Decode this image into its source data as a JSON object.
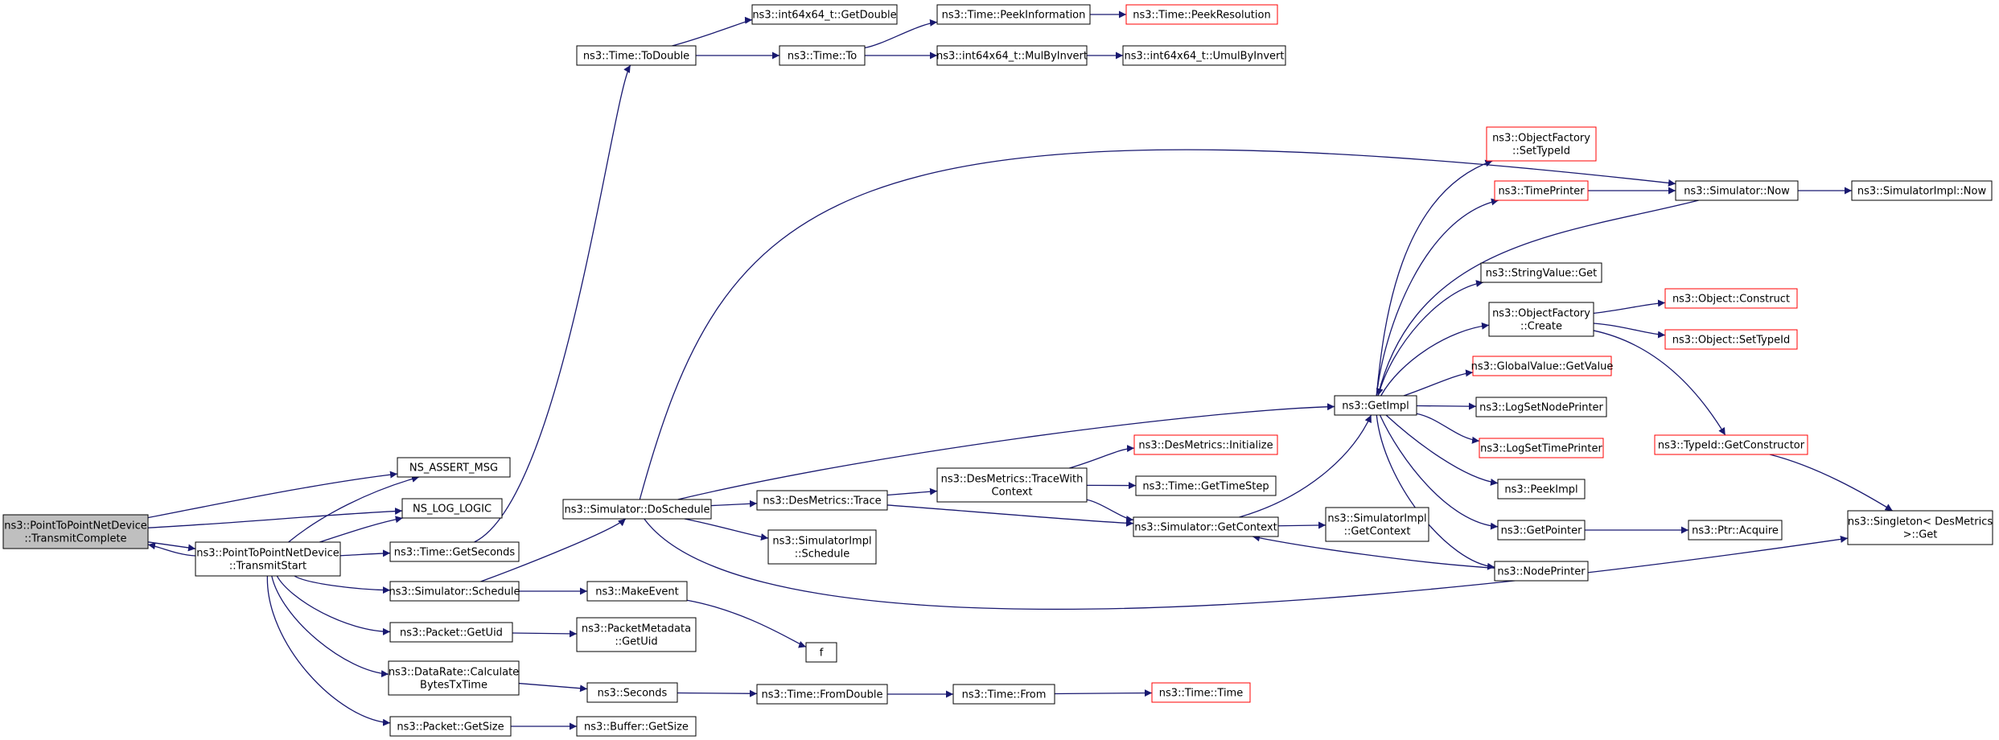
{
  "graph": {
    "edge_color": "#191970",
    "node_fill": "#ffffff",
    "node_stroke": "#000000",
    "root_fill": "#bfbfbf",
    "truncated_stroke": "#ff0000",
    "nodes": [
      {
        "id": "n_tc",
        "lines": [
          "ns3::PointToPointNetDevice",
          "::TransmitComplete"
        ],
        "root": true
      },
      {
        "id": "n_assert",
        "lines": [
          "NS_ASSERT_MSG"
        ]
      },
      {
        "id": "n_log",
        "lines": [
          "NS_LOG_LOGIC"
        ]
      },
      {
        "id": "n_ts",
        "lines": [
          "ns3::PointToPointNetDevice",
          "::TransmitStart"
        ]
      },
      {
        "id": "n_getsec",
        "lines": [
          "ns3::Time::GetSeconds"
        ]
      },
      {
        "id": "n_tod",
        "lines": [
          "ns3::Time::ToDouble"
        ]
      },
      {
        "id": "n_i64get",
        "lines": [
          "ns3::int64x64_t::GetDouble"
        ]
      },
      {
        "id": "n_timeto",
        "lines": [
          "ns3::Time::To"
        ]
      },
      {
        "id": "n_peekinfo",
        "lines": [
          "ns3::Time::PeekInformation"
        ]
      },
      {
        "id": "n_peekres",
        "lines": [
          "ns3::Time::PeekResolution"
        ],
        "truncated": true
      },
      {
        "id": "n_mulinv",
        "lines": [
          "ns3::int64x64_t::MulByInvert"
        ]
      },
      {
        "id": "n_umulinv",
        "lines": [
          "ns3::int64x64_t::UmulByInvert"
        ]
      },
      {
        "id": "n_dosched",
        "lines": [
          "ns3::Simulator::DoSchedule"
        ]
      },
      {
        "id": "n_sched",
        "lines": [
          "ns3::Simulator::Schedule"
        ]
      },
      {
        "id": "n_makeev",
        "lines": [
          "ns3::MakeEvent"
        ]
      },
      {
        "id": "n_f",
        "lines": [
          "f"
        ]
      },
      {
        "id": "n_pktuid",
        "lines": [
          "ns3::Packet::GetUid"
        ]
      },
      {
        "id": "n_pmuid",
        "lines": [
          "ns3::PacketMetadata",
          "::GetUid"
        ]
      },
      {
        "id": "n_drcalc",
        "lines": [
          "ns3::DataRate::Calculate",
          "BytesTxTime"
        ]
      },
      {
        "id": "n_seconds",
        "lines": [
          "ns3::Seconds"
        ]
      },
      {
        "id": "n_fromdbl",
        "lines": [
          "ns3::Time::FromDouble"
        ]
      },
      {
        "id": "n_from",
        "lines": [
          "ns3::Time::From"
        ]
      },
      {
        "id": "n_timetime",
        "lines": [
          "ns3::Time::Time"
        ],
        "truncated": true
      },
      {
        "id": "n_pktsize",
        "lines": [
          "ns3::Packet::GetSize"
        ]
      },
      {
        "id": "n_bufsize",
        "lines": [
          "ns3::Buffer::GetSize"
        ]
      },
      {
        "id": "n_dmtrace",
        "lines": [
          "ns3::DesMetrics::Trace"
        ]
      },
      {
        "id": "n_implsched",
        "lines": [
          "ns3::SimulatorImpl",
          "::Schedule"
        ]
      },
      {
        "id": "n_dmtwc",
        "lines": [
          "ns3::DesMetrics::TraceWith",
          "Context"
        ]
      },
      {
        "id": "n_dminit",
        "lines": [
          "ns3::DesMetrics::Initialize"
        ],
        "truncated": true
      },
      {
        "id": "n_gts",
        "lines": [
          "ns3::Time::GetTimeStep"
        ]
      },
      {
        "id": "n_getctx",
        "lines": [
          "ns3::Simulator::GetContext"
        ]
      },
      {
        "id": "n_implctx",
        "lines": [
          "ns3::SimulatorImpl",
          "::GetContext"
        ]
      },
      {
        "id": "n_getimpl",
        "lines": [
          "ns3::GetImpl"
        ]
      },
      {
        "id": "n_ofsettid",
        "lines": [
          "ns3::ObjectFactory",
          "::SetTypeId"
        ],
        "truncated": true
      },
      {
        "id": "n_tprinter",
        "lines": [
          "ns3::TimePrinter"
        ],
        "truncated": true
      },
      {
        "id": "n_simnow",
        "lines": [
          "ns3::Simulator::Now"
        ]
      },
      {
        "id": "n_implnow",
        "lines": [
          "ns3::SimulatorImpl::Now"
        ]
      },
      {
        "id": "n_strget",
        "lines": [
          "ns3::StringValue::Get"
        ]
      },
      {
        "id": "n_ofcreate",
        "lines": [
          "ns3::ObjectFactory",
          "::Create"
        ]
      },
      {
        "id": "n_objcons",
        "lines": [
          "ns3::Object::Construct"
        ],
        "truncated": true
      },
      {
        "id": "n_objsettid",
        "lines": [
          "ns3::Object::SetTypeId"
        ],
        "truncated": true
      },
      {
        "id": "n_gvget",
        "lines": [
          "ns3::GlobalValue::GetValue"
        ],
        "truncated": true
      },
      {
        "id": "n_lsnp",
        "lines": [
          "ns3::LogSetNodePrinter"
        ]
      },
      {
        "id": "n_lstp",
        "lines": [
          "ns3::LogSetTimePrinter"
        ],
        "truncated": true
      },
      {
        "id": "n_peekimpl",
        "lines": [
          "ns3::PeekImpl"
        ]
      },
      {
        "id": "n_getptr",
        "lines": [
          "ns3::GetPointer"
        ]
      },
      {
        "id": "n_ptracq",
        "lines": [
          "ns3::Ptr::Acquire"
        ]
      },
      {
        "id": "n_nprinter",
        "lines": [
          "ns3::NodePrinter"
        ]
      },
      {
        "id": "n_tidcons",
        "lines": [
          "ns3::TypeId::GetConstructor"
        ],
        "truncated": true
      },
      {
        "id": "n_singget",
        "lines": [
          "ns3::Singleton< DesMetrics",
          " >::Get"
        ]
      }
    ],
    "edges": [
      [
        "n_tc",
        "n_assert"
      ],
      [
        "n_tc",
        "n_log"
      ],
      [
        "n_tc",
        "n_ts"
      ],
      [
        "n_ts",
        "n_tc"
      ],
      [
        "n_ts",
        "n_assert"
      ],
      [
        "n_ts",
        "n_log"
      ],
      [
        "n_ts",
        "n_getsec"
      ],
      [
        "n_ts",
        "n_sched"
      ],
      [
        "n_ts",
        "n_pktuid"
      ],
      [
        "n_ts",
        "n_drcalc"
      ],
      [
        "n_ts",
        "n_pktsize"
      ],
      [
        "n_getsec",
        "n_tod"
      ],
      [
        "n_tod",
        "n_i64get"
      ],
      [
        "n_tod",
        "n_timeto"
      ],
      [
        "n_timeto",
        "n_peekinfo"
      ],
      [
        "n_timeto",
        "n_mulinv"
      ],
      [
        "n_peekinfo",
        "n_peekres"
      ],
      [
        "n_mulinv",
        "n_umulinv"
      ],
      [
        "n_sched",
        "n_dosched"
      ],
      [
        "n_sched",
        "n_makeev"
      ],
      [
        "n_makeev",
        "n_f"
      ],
      [
        "n_pktuid",
        "n_pmuid"
      ],
      [
        "n_drcalc",
        "n_seconds"
      ],
      [
        "n_seconds",
        "n_fromdbl"
      ],
      [
        "n_fromdbl",
        "n_from"
      ],
      [
        "n_from",
        "n_timetime"
      ],
      [
        "n_pktsize",
        "n_bufsize"
      ],
      [
        "n_dosched",
        "n_simnow"
      ],
      [
        "n_dosched",
        "n_getimpl"
      ],
      [
        "n_dosched",
        "n_dmtrace"
      ],
      [
        "n_dosched",
        "n_implsched"
      ],
      [
        "n_dosched",
        "n_singget"
      ],
      [
        "n_dmtrace",
        "n_dmtwc"
      ],
      [
        "n_dmtrace",
        "n_getctx"
      ],
      [
        "n_dmtwc",
        "n_dminit"
      ],
      [
        "n_dmtwc",
        "n_gts"
      ],
      [
        "n_dmtwc",
        "n_getctx"
      ],
      [
        "n_getctx",
        "n_getimpl"
      ],
      [
        "n_getctx",
        "n_implctx"
      ],
      [
        "n_getimpl",
        "n_ofsettid"
      ],
      [
        "n_getimpl",
        "n_tprinter"
      ],
      [
        "n_getimpl",
        "n_strget"
      ],
      [
        "n_getimpl",
        "n_ofcreate"
      ],
      [
        "n_getimpl",
        "n_gvget"
      ],
      [
        "n_getimpl",
        "n_lsnp"
      ],
      [
        "n_getimpl",
        "n_lstp"
      ],
      [
        "n_getimpl",
        "n_peekimpl"
      ],
      [
        "n_getimpl",
        "n_getptr"
      ],
      [
        "n_getimpl",
        "n_nprinter"
      ],
      [
        "n_simnow",
        "n_getimpl"
      ],
      [
        "n_simnow",
        "n_implnow"
      ],
      [
        "n_tprinter",
        "n_simnow"
      ],
      [
        "n_ofcreate",
        "n_objcons"
      ],
      [
        "n_ofcreate",
        "n_objsettid"
      ],
      [
        "n_ofcreate",
        "n_tidcons"
      ],
      [
        "n_tidcons",
        "n_singget"
      ],
      [
        "n_getptr",
        "n_ptracq"
      ],
      [
        "n_nprinter",
        "n_getctx"
      ]
    ]
  }
}
